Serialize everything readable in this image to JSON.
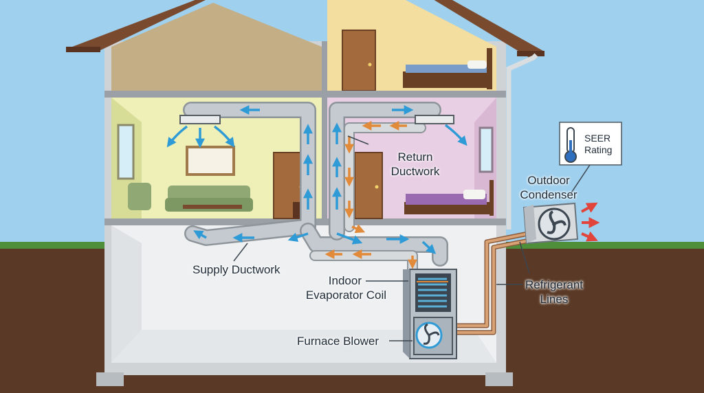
{
  "labels": {
    "return_ductwork": [
      "Return",
      "Ductwork"
    ],
    "outdoor_condenser": [
      "Outdoor",
      "Condenser"
    ],
    "seer_rating": [
      "SEER",
      "Rating"
    ],
    "supply_ductwork": "Supply Ductwork",
    "indoor_evaporator_coil": [
      "Indoor",
      "Evaporator Coil"
    ],
    "refrigerant_lines": [
      "Refrigerant",
      "Lines"
    ],
    "furnace_blower": "Furnace Blower"
  },
  "icons": {
    "thermometer": "thermometer-icon",
    "condenser_fan": "fan-icon",
    "blower_fan": "fan-icon"
  },
  "colors": {
    "sky": "#9fd0ee",
    "ground": "#5a3a26",
    "grass": "#4f8f3a",
    "roof": "#7a4a2e",
    "duct": "#b8bec4",
    "supply_arrow": "#2f9bd6",
    "return_arrow": "#e08a3a",
    "refrigerant": "#c98a5e",
    "heat_arrow": "#e0443a"
  }
}
